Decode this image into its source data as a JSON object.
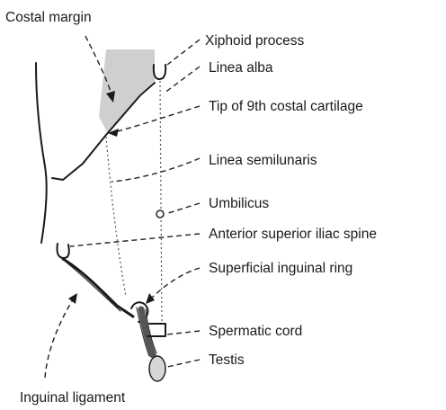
{
  "diagram": {
    "labels": {
      "costal_margin": "Costal margin",
      "xiphoid_process": "Xiphoid process",
      "linea_alba": "Linea alba",
      "tip_9th_costal_cartilage": "Tip of 9th costal cartilage",
      "linea_semilunaris": "Linea semilunaris",
      "umbilicus": "Umbilicus",
      "asis": "Anterior superior iliac spine",
      "superficial_inguinal_ring": "Superficial inguinal ring",
      "spermatic_cord": "Spermatic cord",
      "testis": "Testis",
      "inguinal_ligament": "Inguinal ligament"
    }
  }
}
